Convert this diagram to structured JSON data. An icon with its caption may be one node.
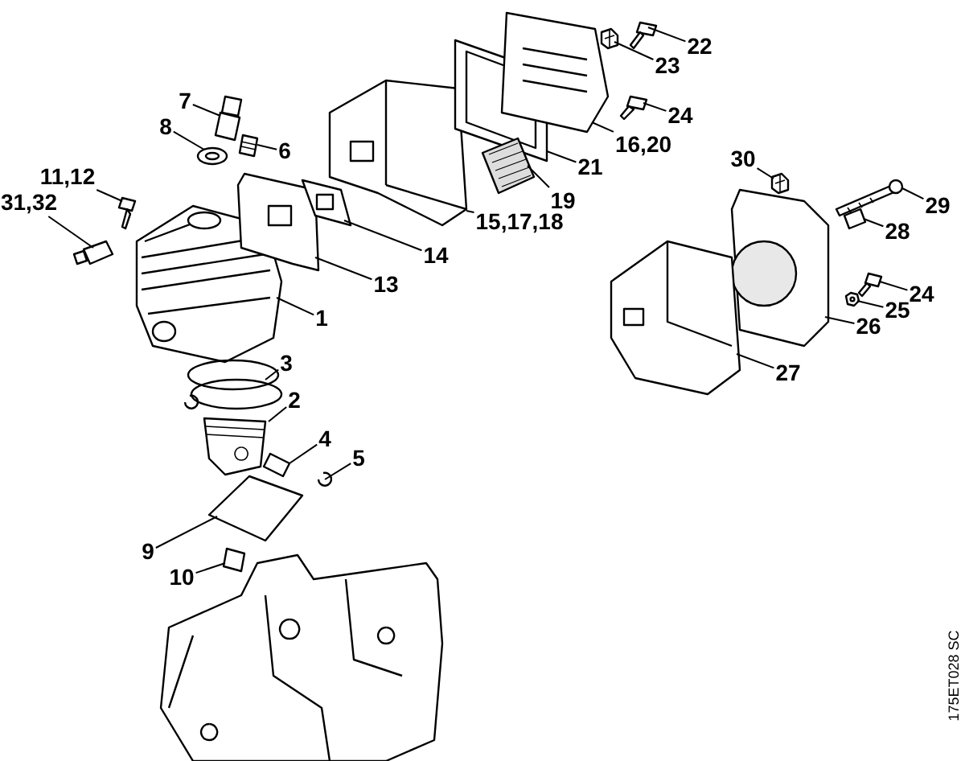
{
  "diagram": {
    "nodes": [
      {
        "text": [
          "22"
        ]
      },
      {
        "text": [
          "23"
        ]
      },
      {
        "text": [
          "7"
        ]
      },
      {
        "text": [
          "24"
        ]
      },
      {
        "text": [
          "8"
        ]
      },
      {
        "text": [
          "16,20"
        ]
      },
      {
        "text": [
          "6"
        ]
      },
      {
        "text": [
          "30"
        ]
      },
      {
        "text": [
          "21"
        ]
      },
      {
        "text": [
          "11,12"
        ]
      },
      {
        "text": [
          "19"
        ]
      },
      {
        "text": [
          "31,32"
        ]
      },
      {
        "text": [
          "29"
        ]
      },
      {
        "text": [
          "15,17,18"
        ]
      },
      {
        "text": [
          "28"
        ]
      },
      {
        "text": [
          "14"
        ]
      },
      {
        "text": [
          "13"
        ]
      },
      {
        "text": [
          "24"
        ]
      },
      {
        "text": [
          "25"
        ]
      },
      {
        "text": [
          "1"
        ]
      },
      {
        "text": [
          "26"
        ]
      },
      {
        "text": [
          "3"
        ]
      },
      {
        "text": [
          "27"
        ]
      },
      {
        "text": [
          "2"
        ]
      },
      {
        "text": [
          "4"
        ]
      },
      {
        "text": [
          "5"
        ]
      },
      {
        "text": [
          "9"
        ]
      },
      {
        "text": [
          "10"
        ]
      },
      {
        "text": [],
        "shape": "picture"
      },
      {
        "text": [],
        "shape": "picture"
      },
      {
        "text": [],
        "shape": "picture"
      },
      {
        "text": [],
        "shape": "picture"
      },
      {
        "text": [],
        "shape": "picture"
      },
      {
        "text": [],
        "shape": "picture"
      },
      {
        "text": [],
        "shape": "picture"
      },
      {
        "text": [],
        "shape": "picture"
      },
      {
        "text": [],
        "shape": "picture"
      },
      {
        "text": [],
        "shape": "picture"
      },
      {
        "text": [],
        "shape": "picture"
      },
      {
        "text": [],
        "shape": "picture"
      },
      {
        "text": [],
        "shape": "picture"
      },
      {
        "text": [],
        "shape": "picture"
      },
      {
        "text": [],
        "shape": "picture"
      },
      {
        "text": [],
        "shape": "picture"
      },
      {
        "text": [],
        "shape": "picture"
      },
      {
        "text": [],
        "shape": "picture"
      },
      {
        "text": [],
        "shape": "picture"
      },
      {
        "text": [],
        "shape": "picture"
      },
      {
        "text": [],
        "shape": "picture"
      },
      {
        "text": [],
        "shape": "picture"
      },
      {
        "text": [],
        "shape": "picture"
      },
      {
        "text": [],
        "shape": "picture"
      },
      {
        "text": [],
        "shape": "picture"
      },
      {
        "text": [],
        "shape": "picture"
      },
      {
        "text": [],
        "shape": "picture"
      },
      {
        "text": [],
        "shape": "picture"
      }
    ],
    "edges": [
      {
        "from": 0,
        "to": 28,
        "arrow": "none"
      },
      {
        "from": 1,
        "to": 29,
        "arrow": "none"
      },
      {
        "from": 2,
        "to": 30,
        "arrow": "none"
      },
      {
        "from": 3,
        "to": 31,
        "arrow": "none"
      },
      {
        "from": 4,
        "to": 32,
        "arrow": "none"
      },
      {
        "from": 5,
        "to": 33,
        "arrow": "none"
      },
      {
        "from": 6,
        "to": 34,
        "arrow": "none"
      },
      {
        "from": 7,
        "to": 35,
        "arrow": "none"
      },
      {
        "from": 8,
        "to": 36,
        "arrow": "none"
      },
      {
        "from": 9,
        "to": 37,
        "arrow": "none"
      },
      {
        "from": 10,
        "to": 38,
        "arrow": "none"
      },
      {
        "from": 11,
        "to": 39,
        "arrow": "none"
      },
      {
        "from": 12,
        "to": 40,
        "arrow": "none"
      },
      {
        "from": 13,
        "to": 41,
        "arrow": "none"
      },
      {
        "from": 14,
        "to": 42,
        "arrow": "none"
      },
      {
        "from": 15,
        "to": 43,
        "arrow": "none"
      },
      {
        "from": 16,
        "to": 44,
        "arrow": "none"
      },
      {
        "from": 17,
        "to": 45,
        "arrow": "none"
      },
      {
        "from": 18,
        "to": 46,
        "arrow": "none"
      },
      {
        "from": 19,
        "to": 47,
        "arrow": "none"
      },
      {
        "from": 20,
        "to": 48,
        "arrow": "none"
      },
      {
        "from": 21,
        "to": 49,
        "arrow": "none"
      },
      {
        "from": 22,
        "to": 50,
        "arrow": "none"
      },
      {
        "from": 23,
        "to": 51,
        "arrow": "none"
      },
      {
        "from": 24,
        "to": 52,
        "arrow": "none"
      },
      {
        "from": 25,
        "to": 53,
        "arrow": "none"
      },
      {
        "from": 26,
        "to": 54,
        "arrow": "none"
      },
      {
        "from": 27,
        "to": 55,
        "arrow": "none"
      }
    ],
    "labels": [
      "175ET028 SC"
    ]
  }
}
